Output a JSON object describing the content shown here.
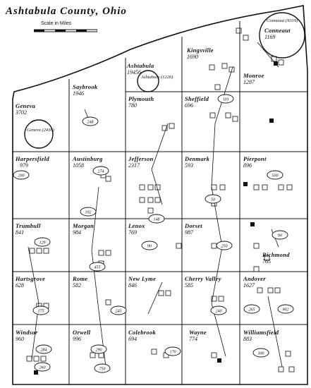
{
  "map": {
    "title": "Ashtabula County, Ohio",
    "scale_label": "Scale in Miles"
  },
  "townships": [
    {
      "name": "Conneaut",
      "pop": "1169"
    },
    {
      "name": "Kingsville",
      "pop": "1690"
    },
    {
      "name": "Ashtabula",
      "pop": "19456"
    },
    {
      "name": "Monroe",
      "pop": "1287"
    },
    {
      "name": "Saybrook",
      "pop": "1946"
    },
    {
      "name": "Plymouth",
      "pop": "780"
    },
    {
      "name": "Sheffield",
      "pop": "696"
    },
    {
      "name": "Geneva",
      "pop": "3702"
    },
    {
      "name": "Harpersfield",
      "pop": "979"
    },
    {
      "name": "Austinburg",
      "pop": "1058"
    },
    {
      "name": "Jefferson",
      "pop": "2317"
    },
    {
      "name": "Denmark",
      "pop": "593"
    },
    {
      "name": "Pierpont",
      "pop": "896"
    },
    {
      "name": "Trumbull",
      "pop": "841"
    },
    {
      "name": "Morgan",
      "pop": "984"
    },
    {
      "name": "Lenox",
      "pop": "769"
    },
    {
      "name": "Dorset",
      "pop": "987"
    },
    {
      "name": "Richmond",
      "pop": "765"
    },
    {
      "name": "Hartsgrove",
      "pop": "628"
    },
    {
      "name": "Rome",
      "pop": "582"
    },
    {
      "name": "New Lyme",
      "pop": "846"
    },
    {
      "name": "Cherry Valley",
      "pop": "585"
    },
    {
      "name": "Andover",
      "pop": "1627"
    },
    {
      "name": "Windsor",
      "pop": "960"
    },
    {
      "name": "Orwell",
      "pop": "996"
    },
    {
      "name": "Colebrook",
      "pop": "694"
    },
    {
      "name": "Wayne",
      "pop": "774"
    },
    {
      "name": "Williamsfield",
      "pop": "883"
    }
  ],
  "cities": [
    {
      "name": "Conneaut (9319)"
    },
    {
      "name": "Ashtabula (1226)"
    },
    {
      "name": "Geneva (2436)"
    }
  ],
  "ovals": [
    "248",
    "200",
    "274",
    "102",
    "500",
    "148",
    "50",
    "129",
    "455",
    "90",
    "250",
    "245",
    "90",
    "902",
    "175",
    "240",
    "265",
    "284",
    "290",
    "750",
    "300",
    "260",
    "170",
    "110"
  ]
}
